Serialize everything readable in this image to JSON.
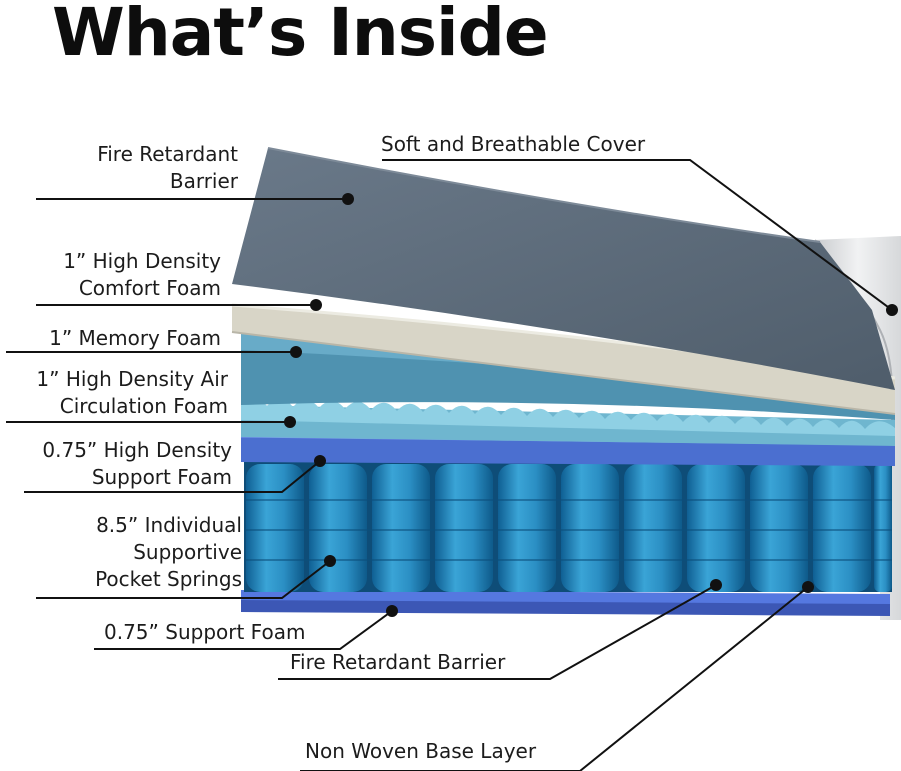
{
  "title": "What’s Inside",
  "labels": {
    "fire_retardant_barrier_top": [
      "Fire Retardant",
      "Barrier"
    ],
    "comfort_foam": [
      "1” High Density",
      "Comfort Foam"
    ],
    "memory_foam": "1” Memory Foam",
    "air_circulation_foam": [
      "1” High Density Air",
      "Circulation Foam"
    ],
    "support_foam_top": [
      "0.75” High Density",
      "Support Foam"
    ],
    "pocket_springs": [
      "8.5” Individual",
      "Supportive",
      "Pocket Springs"
    ],
    "support_foam_bottom": "0.75” Support Foam",
    "cover": "Soft and Breathable Cover",
    "fire_retardant_barrier_bottom": "Fire Retardant Barrier",
    "base_layer": "Non Woven Base Layer"
  },
  "colors": {
    "barrier": "#5d6d7e",
    "comfort": "#d8d5c7",
    "memory": "#4f92b0",
    "air": "#6fb6cf",
    "support": "#4b6fd0",
    "springs": "#1f7fb5",
    "cover": "#e3e4e6"
  }
}
